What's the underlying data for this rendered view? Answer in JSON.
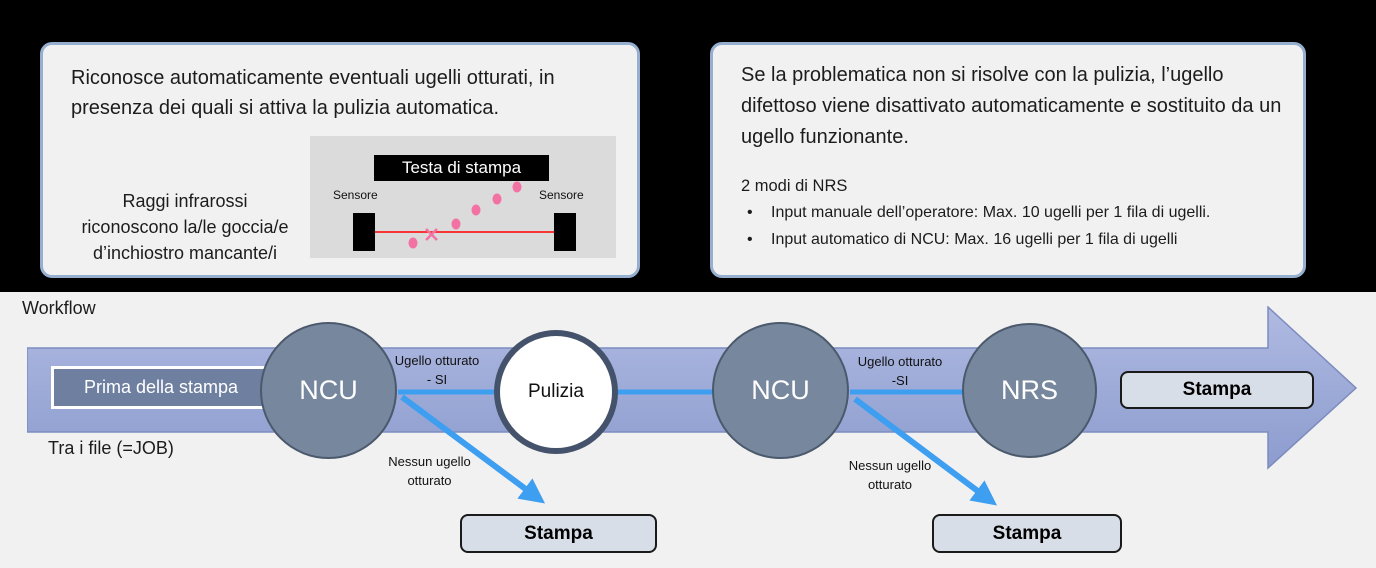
{
  "top_left_box": {
    "main_text": "Riconosce automaticamente eventuali ugelli otturati, in presenza dei quali si attiva la pulizia automatica.",
    "side_text_lines": [
      "Raggi infrarossi",
      "riconoscono la/le goccia/e",
      "d’inchiostro mancante/i"
    ],
    "diagram": {
      "head_label": "Testa di stampa",
      "sensor_left_label": "Sensore",
      "sensor_right_label": "Sensore"
    }
  },
  "top_right_box": {
    "main_text": "Se la problematica non si risolve con la pulizia, l’ugello difettoso viene disattivato automaticamente e sostituito da un ugello funzionante.",
    "modes_title": "2 modi di NRS",
    "bullets": [
      "Input manuale dell’operatore: Max. 10 ugelli per 1 fila di ugelli.",
      "Input automatico di NCU: Max. 16  ugelli per 1 fila di ugelli"
    ]
  },
  "workflow": {
    "title": "Workflow",
    "subtitle": "Tra i file (=JOB)",
    "start_label": "Prima della stampa",
    "nodes": [
      "NCU",
      "Pulizia",
      "NCU",
      "NRS"
    ],
    "labels": {
      "clogged_1": [
        "Ugello otturato",
        "- SI"
      ],
      "clogged_2": [
        "Ugello otturato",
        "-SI"
      ],
      "no_clog_1": [
        "Nessun ugello",
        "otturato"
      ],
      "no_clog_2": [
        "Nessun ugello",
        "otturato"
      ]
    },
    "stampa_band": "Stampa",
    "stampa_1": "Stampa",
    "stampa_2": "Stampa"
  },
  "colors": {
    "accent_blue": "#3e9ef0",
    "band_top": "#b0bae2",
    "band_bottom": "#8c9cce",
    "node_fill": "#76879e",
    "node_border": "#4b596c",
    "pink": "#f272a3",
    "scan_red": "#ff0000",
    "panel_border": "#96afd0",
    "background": "#f1f1f1"
  }
}
